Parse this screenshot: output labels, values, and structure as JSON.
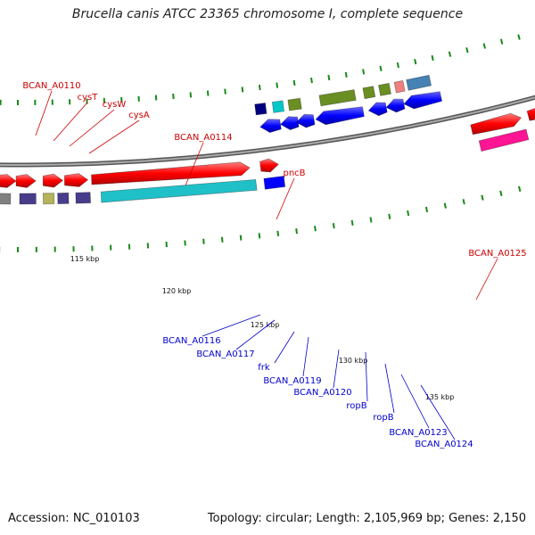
{
  "title": "Brucella canis ATCC 23365 chromosome I, complete sequence",
  "footer": {
    "accession": "Accession: NC_010103",
    "summary": "Topology: circular; Length: 2,105,969 bp; Genes: 2,150"
  },
  "colors": {
    "forward_label": "#cc0000",
    "reverse_label": "#0000cc",
    "backbone": "#888888",
    "cds_forward": "#ff0000",
    "cds_reverse": "#0000ff",
    "ruler_tick": "#1a8a1a"
  },
  "ruler_labels": [
    "115 kbp",
    "120 kbp",
    "125 kbp",
    "130 kbp",
    "135 kbp"
  ],
  "forward_features": [
    {
      "label": "BCAN_A0110",
      "color": "#483d8b"
    },
    {
      "label": "cysT",
      "color": "#b5b35c"
    },
    {
      "label": "cysW",
      "color": "#483d8b"
    },
    {
      "label": "cysA",
      "color": "#483d8b"
    },
    {
      "label": "BCAN_A0114",
      "color": "#20c0c8"
    },
    {
      "label": "pncB",
      "color": "#0000ff"
    },
    {
      "label": "BCAN_A0125",
      "color": "#ff1493"
    }
  ],
  "reverse_features": [
    {
      "label": "BCAN_A0116",
      "color": "#c0c0c0"
    },
    {
      "label": "BCAN_A0117",
      "color": "#000080"
    },
    {
      "label": "frk",
      "color": "#00c8c8"
    },
    {
      "label": "BCAN_A0119",
      "color": "#6b8e23"
    },
    {
      "label": "BCAN_A0120",
      "color": "#6b8e23"
    },
    {
      "label": "ropB",
      "color": "#6b8e23"
    },
    {
      "label": "ropB",
      "color": "#6b8e23"
    },
    {
      "label": "BCAN_A0123",
      "color": "#f08080"
    },
    {
      "label": "BCAN_A0124",
      "color": "#4682b4"
    }
  ]
}
